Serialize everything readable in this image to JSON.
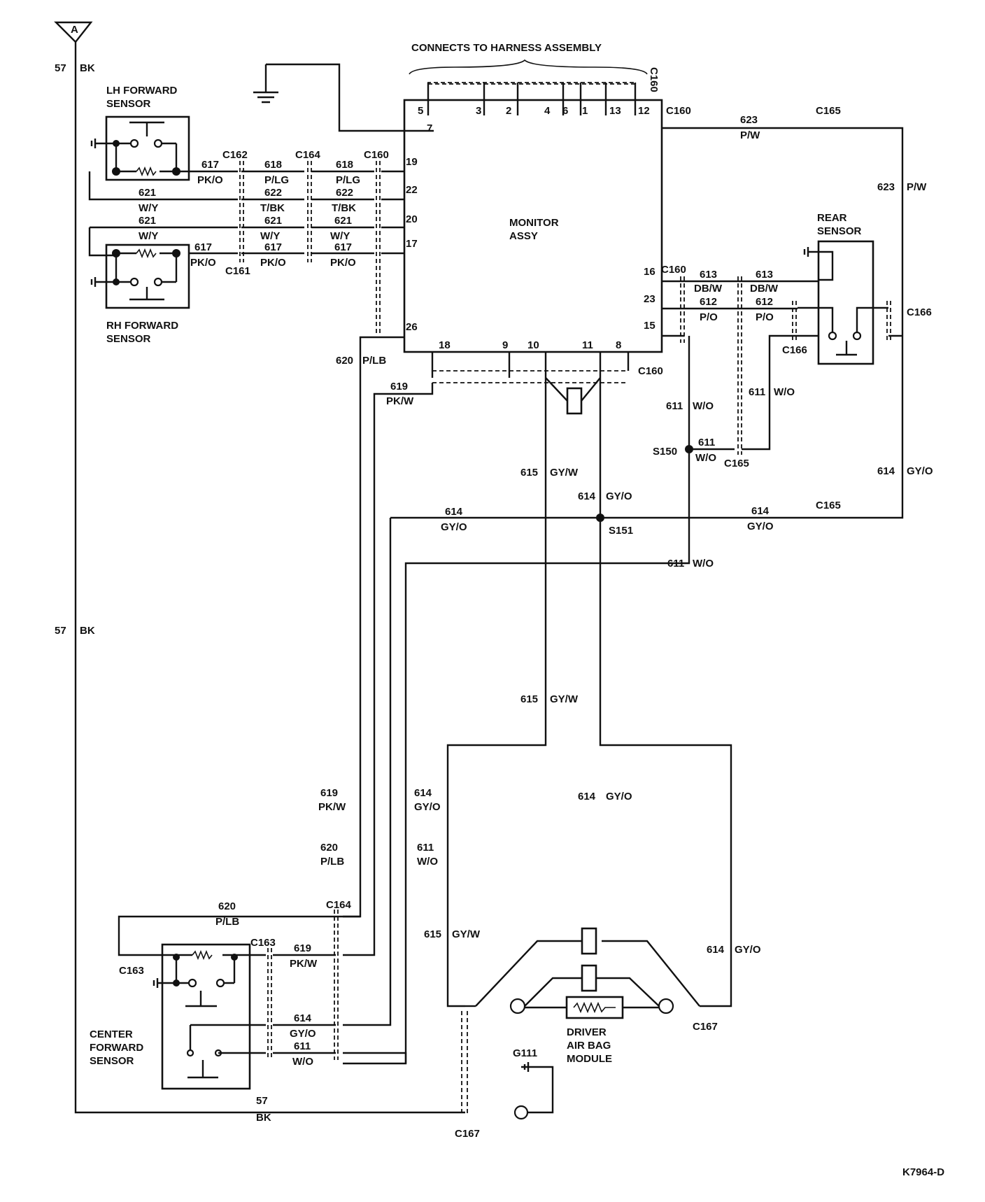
{
  "title": "CONNECTS TO HARNESS ASSEMBLY",
  "figure_id": "K7964-D",
  "offpage_connector": "A",
  "components": {
    "lh_forward_sensor": "LH FORWARD\nSENSOR",
    "rh_forward_sensor": "RH FORWARD\nSENSOR",
    "rear_sensor": "REAR\nSENSOR",
    "center_forward_sensor": "CENTER\nFORWARD\nSENSOR",
    "monitor_assy": "MONITOR\nASSY",
    "driver_air_bag_module": "DRIVER\nAIR BAG\nMODULE"
  },
  "connectors": {
    "c160": "C160",
    "c161": "C161",
    "c162": "C162",
    "c163": "C163",
    "c164": "C164",
    "c165": "C165",
    "c166": "C166",
    "c167": "C167",
    "g111": "G111",
    "s150": "S150",
    "s151": "S151"
  },
  "monitor_pins": {
    "top": [
      "5",
      "3",
      "2",
      "4",
      "6",
      "1",
      "13",
      "12"
    ],
    "left": [
      "7",
      "19",
      "22",
      "20",
      "17",
      "26"
    ],
    "bottom": [
      "18",
      "9",
      "10",
      "11",
      "8"
    ],
    "right": [
      "16",
      "23",
      "15"
    ]
  },
  "wire_labels": [
    {
      "circuit": "57",
      "color": "BK"
    },
    {
      "circuit": "617",
      "color": "PK/O"
    },
    {
      "circuit": "618",
      "color": "P/LG"
    },
    {
      "circuit": "621",
      "color": "W/Y"
    },
    {
      "circuit": "622",
      "color": "T/BK"
    },
    {
      "circuit": "623",
      "color": "P/W"
    },
    {
      "circuit": "620",
      "color": "P/LB"
    },
    {
      "circuit": "619",
      "color": "PK/W"
    },
    {
      "circuit": "615",
      "color": "GY/W"
    },
    {
      "circuit": "614",
      "color": "GY/O"
    },
    {
      "circuit": "611",
      "color": "W/O"
    },
    {
      "circuit": "613",
      "color": "DB/W"
    },
    {
      "circuit": "612",
      "color": "P/O"
    }
  ]
}
